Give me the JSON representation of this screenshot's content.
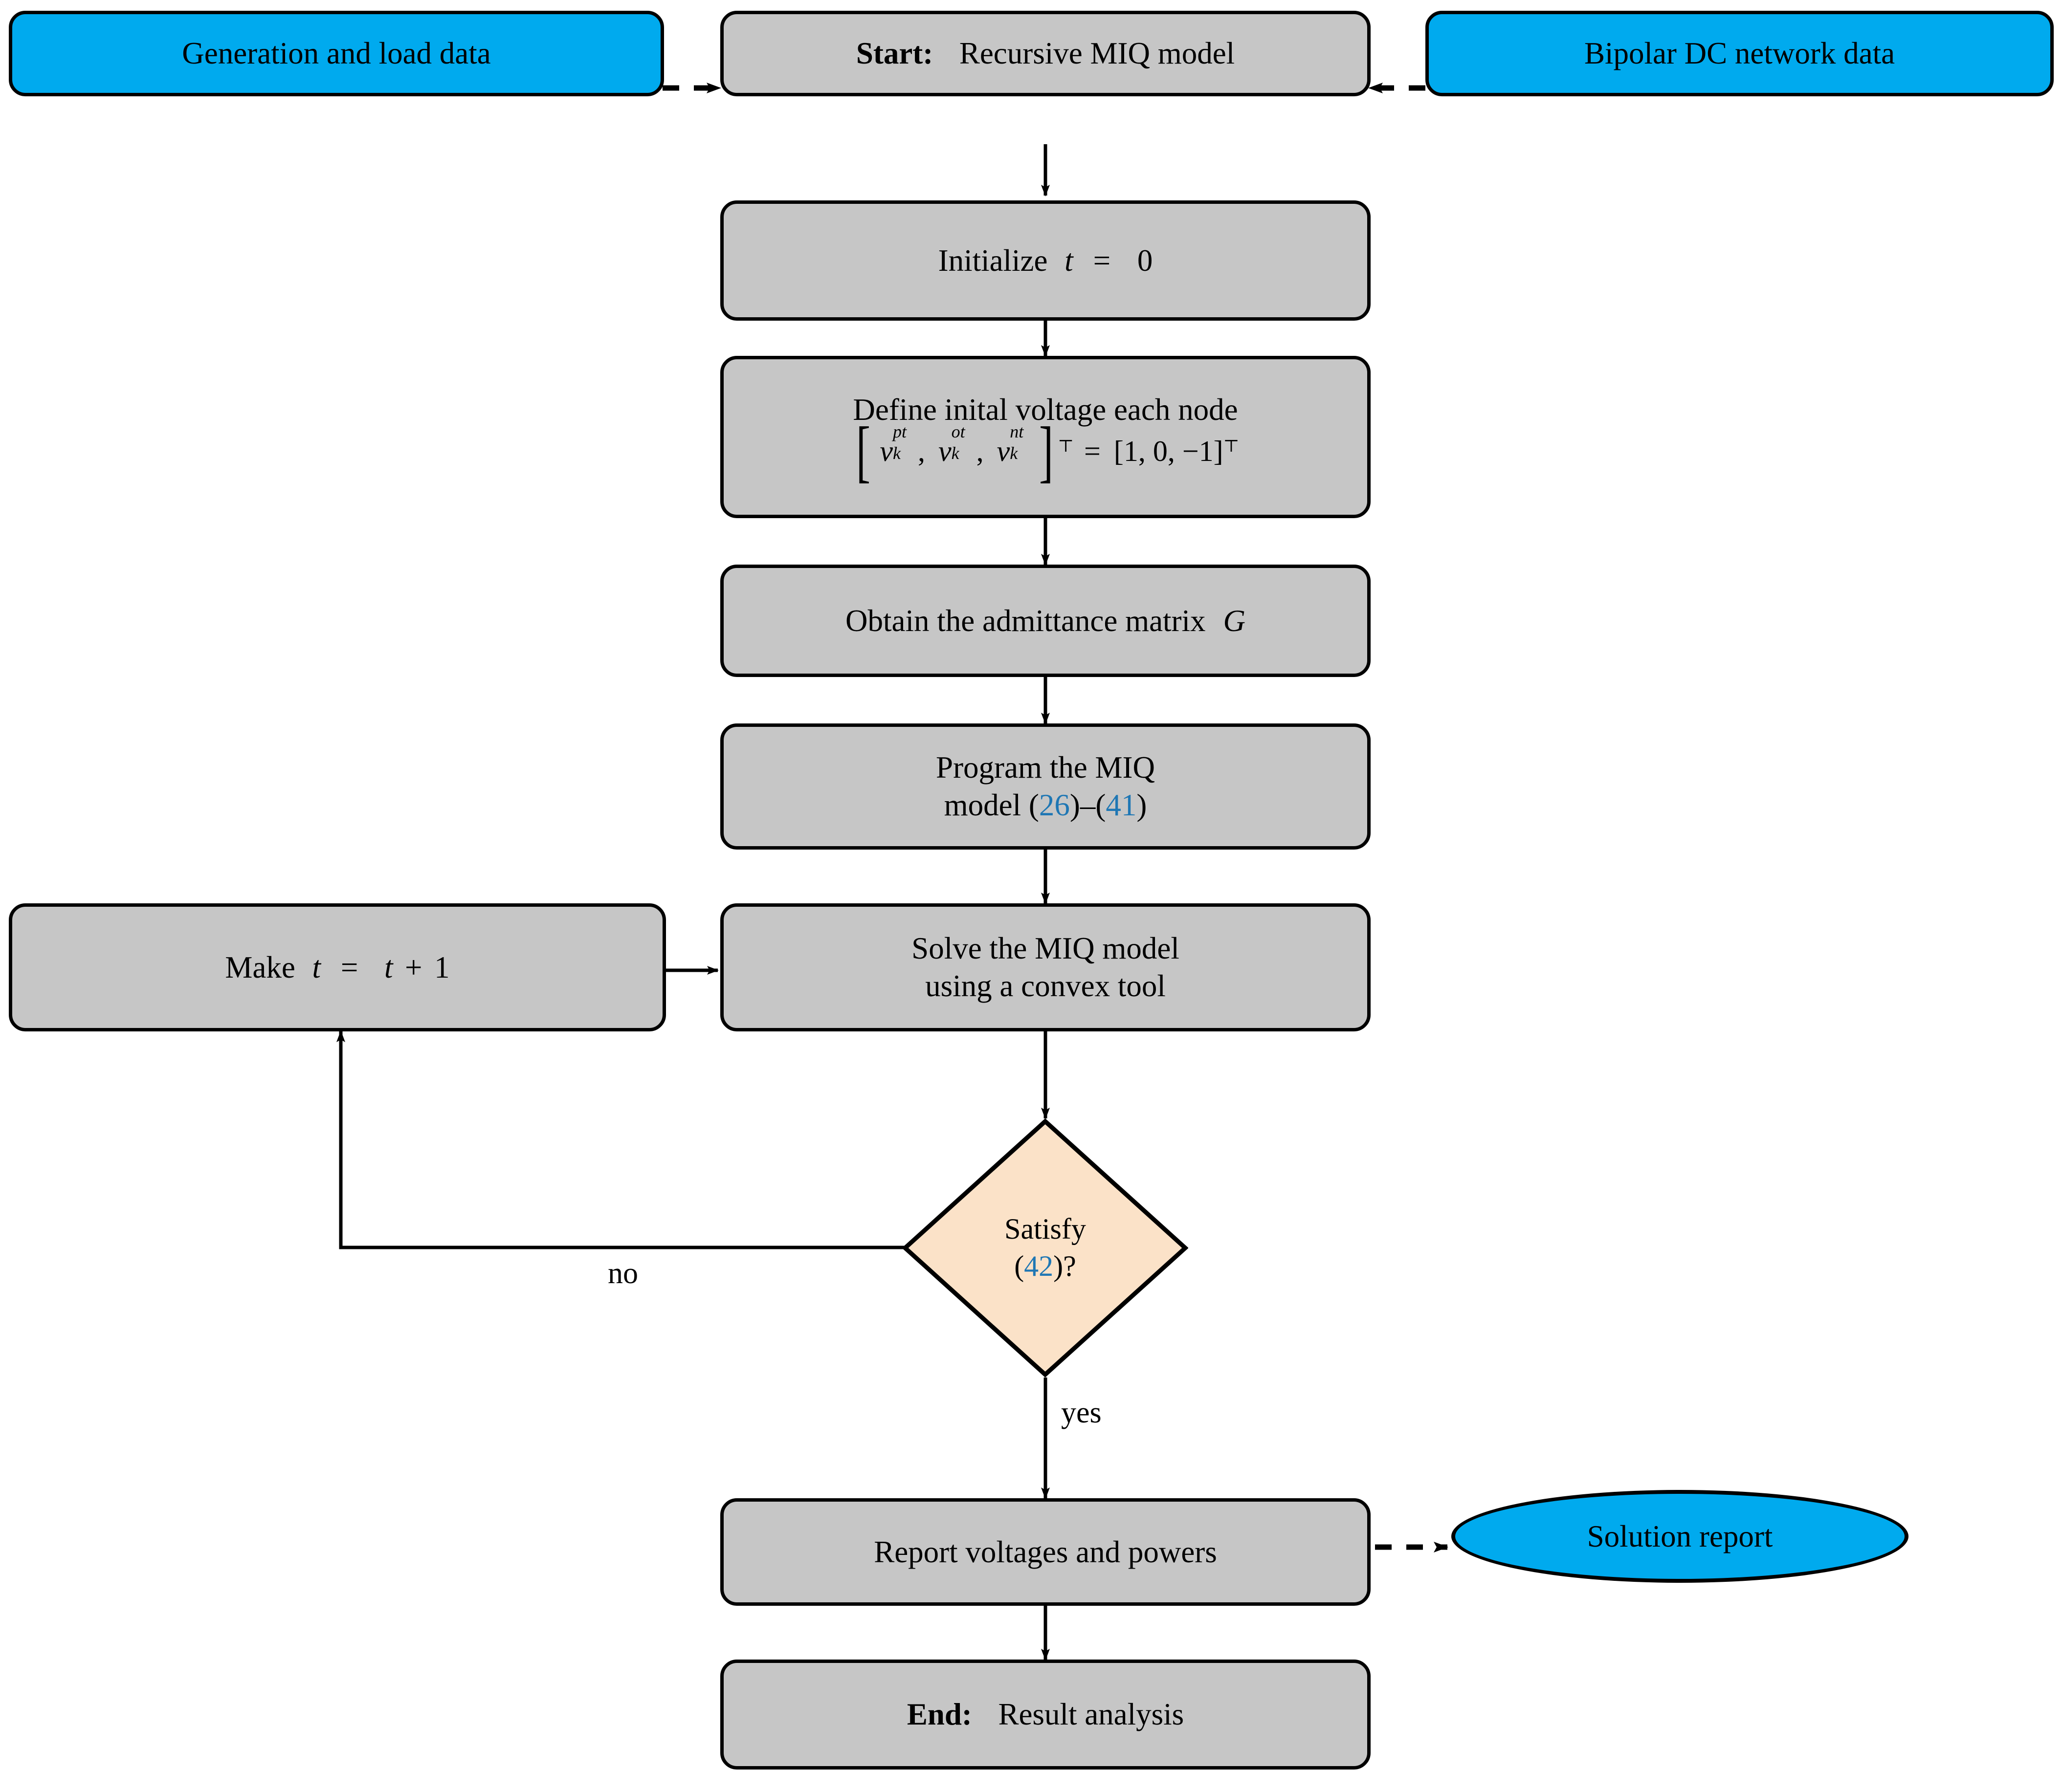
{
  "diagram": {
    "title": "Recursive MIQ model flowchart",
    "colors": {
      "process_fill": "#c6c6c6",
      "data_fill": "#00AAEE",
      "decision_fill": "#FBE2C8",
      "reference_link": "#1F77B4",
      "stroke": "#000000"
    },
    "nodes": {
      "generation_load_data": {
        "label": "Generation and load data",
        "shape": "rounded-rect",
        "fill": "data"
      },
      "bipolar_dc_network_data": {
        "label": "Bipolar DC network data",
        "shape": "rounded-rect",
        "fill": "data"
      },
      "start": {
        "label_bold": "Start:",
        "label": "Recursive MIQ model",
        "shape": "rounded-rect",
        "fill": "process"
      },
      "initialize": {
        "prefix": "Initialize",
        "var": "t",
        "eq": "=",
        "value": "0",
        "shape": "rounded-rect",
        "fill": "process"
      },
      "define_voltage": {
        "line1": "Define inital voltage each node",
        "formula_text": "[v_k^{pt}, v_k^{ot}, v_k^{nt}]^T = [1,0,-1]^T",
        "vector_items": [
          {
            "sym": "v",
            "sup": "pt",
            "sub": "k"
          },
          {
            "sym": "v",
            "sup": "ot",
            "sub": "k"
          },
          {
            "sym": "v",
            "sup": "nt",
            "sub": "k"
          }
        ],
        "transpose": "⊤",
        "equals": "=",
        "rhs": "[1, 0, −1]",
        "shape": "rounded-rect",
        "fill": "process"
      },
      "admittance": {
        "prefix": "Obtain the admittance matrix",
        "var": "G",
        "shape": "rounded-rect",
        "fill": "process"
      },
      "program_miq": {
        "line1": "Program the MIQ",
        "line2_prefix": "model (",
        "ref1": "26",
        "line2_mid": ")–(",
        "ref2": "41",
        "line2_suffix": ")",
        "shape": "rounded-rect",
        "fill": "process"
      },
      "solve_miq": {
        "line1": "Solve the MIQ model",
        "line2": "using a convex tool",
        "shape": "rounded-rect",
        "fill": "process"
      },
      "make_t": {
        "prefix": "Make",
        "var": "t",
        "eq": "=",
        "expr_var": "t",
        "plus": "+",
        "one": "1",
        "shape": "rounded-rect",
        "fill": "process"
      },
      "satisfy": {
        "line1": "Satisfy",
        "open": "(",
        "ref": "42",
        "close": ")?",
        "shape": "diamond",
        "fill": "decision"
      },
      "report": {
        "label": "Report voltages and powers",
        "shape": "rounded-rect",
        "fill": "process"
      },
      "solution_report": {
        "label": "Solution report",
        "shape": "ellipse",
        "fill": "data"
      },
      "end": {
        "label_bold": "End:",
        "label": "Result analysis",
        "shape": "rounded-rect",
        "fill": "process"
      }
    },
    "edge_labels": {
      "no": "no",
      "yes": "yes"
    }
  }
}
